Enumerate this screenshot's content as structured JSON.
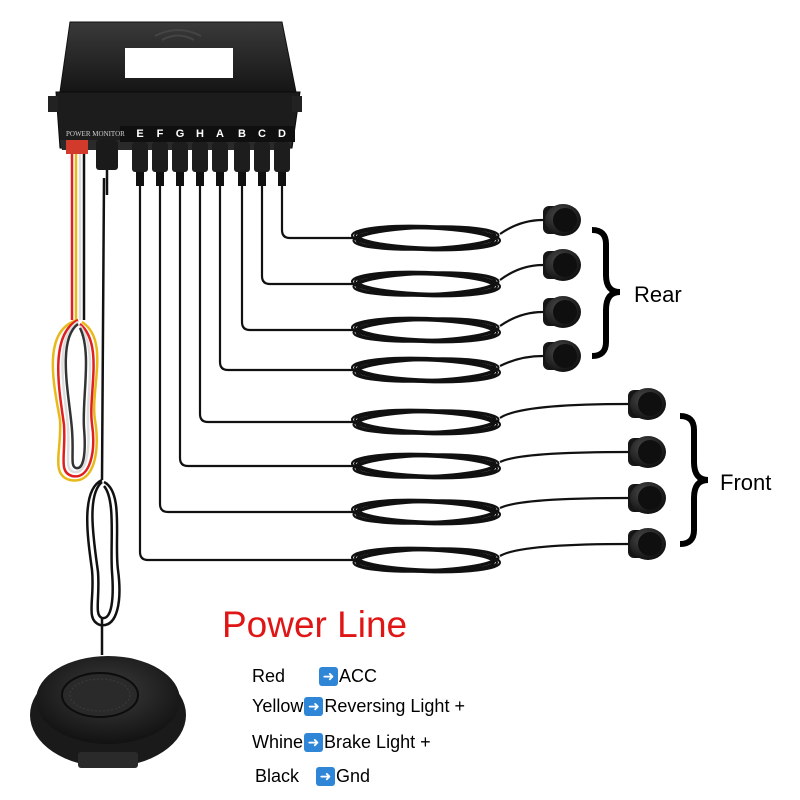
{
  "control_box": {
    "port_label": "POWER MONITOR",
    "channels": [
      "E",
      "F",
      "G",
      "H",
      "A",
      "B",
      "C",
      "D"
    ]
  },
  "groups": {
    "rear_label": "Rear",
    "front_label": "Front"
  },
  "power_line": {
    "title": "Power Line",
    "rows": [
      {
        "wire": "Red",
        "target": "ACC"
      },
      {
        "wire": "Yellow",
        "target": "Reversing Light +"
      },
      {
        "wire": "Whine",
        "target": "Brake Light +"
      },
      {
        "wire": "Black",
        "target": "Gnd"
      }
    ]
  },
  "icons": {
    "arrow": "right-arrow-icon"
  },
  "colors": {
    "title": "#e01515",
    "arrow_box": "#2f86d6"
  }
}
